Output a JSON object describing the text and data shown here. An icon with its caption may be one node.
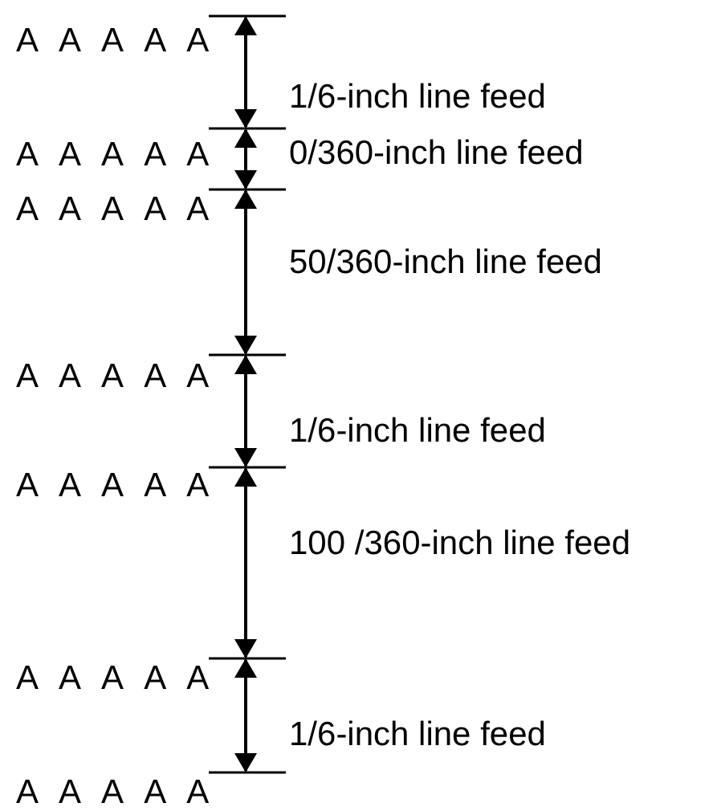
{
  "diagram": {
    "labels": [
      "A A A A A",
      "1/6-inch line feed",
      "A A A A A",
      "0/360-inch line feed",
      "A A A A A",
      "50/360-inch line feed",
      "A A A A A",
      "1/6-inch line feed",
      "A A A A A",
      "100 /360-inch line feed",
      "A A A A A",
      "1/6-inch line feed",
      "A A A A A"
    ]
  }
}
